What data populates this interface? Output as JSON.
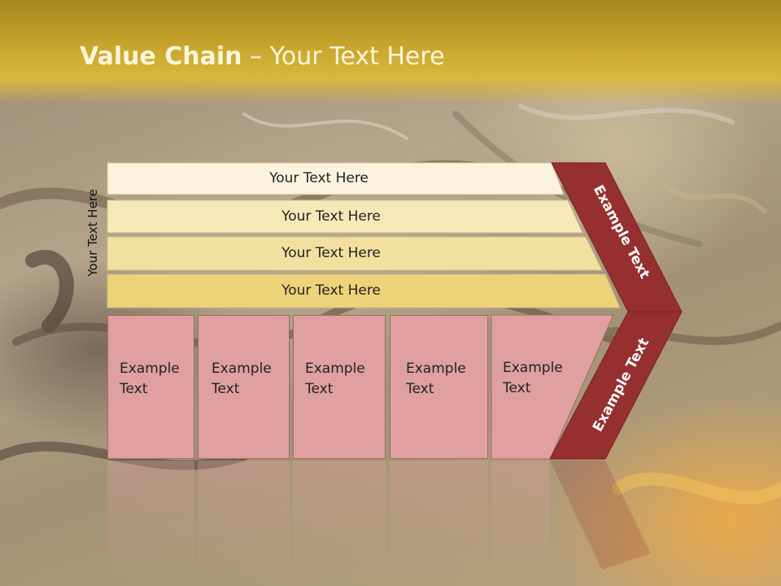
{
  "slide": {
    "title_bold": "Value Chain",
    "title_rest": " – Your Text Here",
    "side_label": "Your Text Here",
    "bands": [
      {
        "label": "Your Text Here",
        "color": "#fbf3de"
      },
      {
        "label": "Your Text Here",
        "color": "#f7e8b8"
      },
      {
        "label": "Your Text Here",
        "color": "#f3e0a0"
      },
      {
        "label": "Your Text Here",
        "color": "#edd27a"
      }
    ],
    "cells": [
      {
        "line1": "Example",
        "line2": "Text"
      },
      {
        "line1": "Example",
        "line2": "Text"
      },
      {
        "line1": "Example",
        "line2": "Text"
      },
      {
        "line1": "Example",
        "line2": "Text"
      },
      {
        "line1": "Example",
        "line2": "Text"
      }
    ],
    "arrow": {
      "upper_label": "Example Text",
      "lower_label": "Example Text",
      "color": "#962f2f"
    }
  }
}
